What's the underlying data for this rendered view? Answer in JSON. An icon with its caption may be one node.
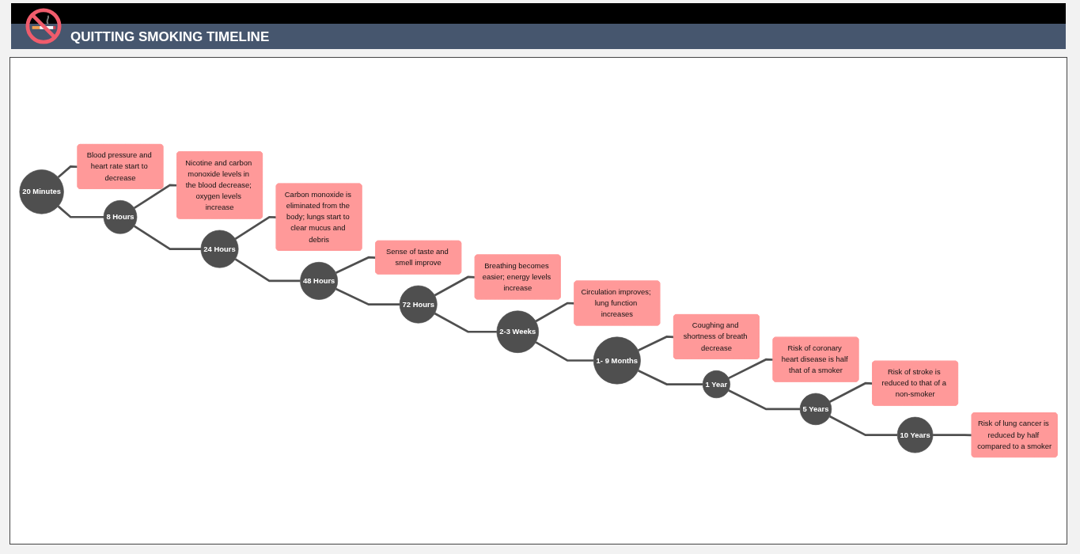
{
  "diagram": {
    "title": "QUITTING SMOKING TIMELINE",
    "nodes": [
      {
        "text": [
          "20 Minutes"
        ]
      },
      {
        "text": [
          "Blood pressure and heart rate start to decrease"
        ]
      },
      {
        "text": [
          "8 Hours"
        ]
      },
      {
        "text": [
          "Nicotine and carbon monoxide levels in the blood decrease; oxygen levels increase"
        ]
      },
      {
        "text": [
          "24 Hours"
        ]
      },
      {
        "text": [
          "Carbon monoxide is eliminated from the body; lungs start to clear mucus and debris"
        ]
      },
      {
        "text": [
          "48 Hours"
        ]
      },
      {
        "text": [
          "Sense of taste and smell improve"
        ]
      },
      {
        "text": [
          "72 Hours"
        ]
      },
      {
        "text": [
          "Breathing becomes easier; energy levels increase"
        ]
      },
      {
        "text": [
          "2-3 Weeks"
        ]
      },
      {
        "text": [
          "Circulation improves; lung function increases"
        ]
      },
      {
        "text": [
          "1- 9 Months"
        ]
      },
      {
        "text": [
          "Coughing and shortness of breath decrease"
        ]
      },
      {
        "text": [
          "1 Year"
        ]
      },
      {
        "text": [
          "Risk of coronary heart disease is half that of a smoker"
        ]
      },
      {
        "text": [
          "5 Years"
        ]
      },
      {
        "text": [
          "Risk of stroke is reduced to that of a non-smoker"
        ]
      },
      {
        "text": [
          "10 Years"
        ]
      },
      {
        "text": [
          "Risk of lung cancer is reduced by half compared to a smoker"
        ]
      }
    ],
    "edges": [
      {
        "from": 0,
        "to": 1,
        "arrow": "none"
      },
      {
        "from": 0,
        "to": 2,
        "arrow": "none"
      },
      {
        "from": 2,
        "to": 3,
        "arrow": "none"
      },
      {
        "from": 2,
        "to": 4,
        "arrow": "none"
      },
      {
        "from": 4,
        "to": 5,
        "arrow": "none"
      },
      {
        "from": 4,
        "to": 6,
        "arrow": "none"
      },
      {
        "from": 6,
        "to": 7,
        "arrow": "none"
      },
      {
        "from": 6,
        "to": 8,
        "arrow": "none"
      },
      {
        "from": 8,
        "to": 9,
        "arrow": "none"
      },
      {
        "from": 8,
        "to": 10,
        "arrow": "none"
      },
      {
        "from": 10,
        "to": 11,
        "arrow": "none"
      },
      {
        "from": 10,
        "to": 12,
        "arrow": "none"
      },
      {
        "from": 12,
        "to": 13,
        "arrow": "none"
      },
      {
        "from": 12,
        "to": 14,
        "arrow": "none"
      },
      {
        "from": 14,
        "to": 15,
        "arrow": "none"
      },
      {
        "from": 14,
        "to": 16,
        "arrow": "none"
      },
      {
        "from": 16,
        "to": 17,
        "arrow": "none"
      },
      {
        "from": 16,
        "to": 18,
        "arrow": "none"
      },
      {
        "from": 18,
        "to": 19,
        "arrow": "none"
      }
    ]
  }
}
